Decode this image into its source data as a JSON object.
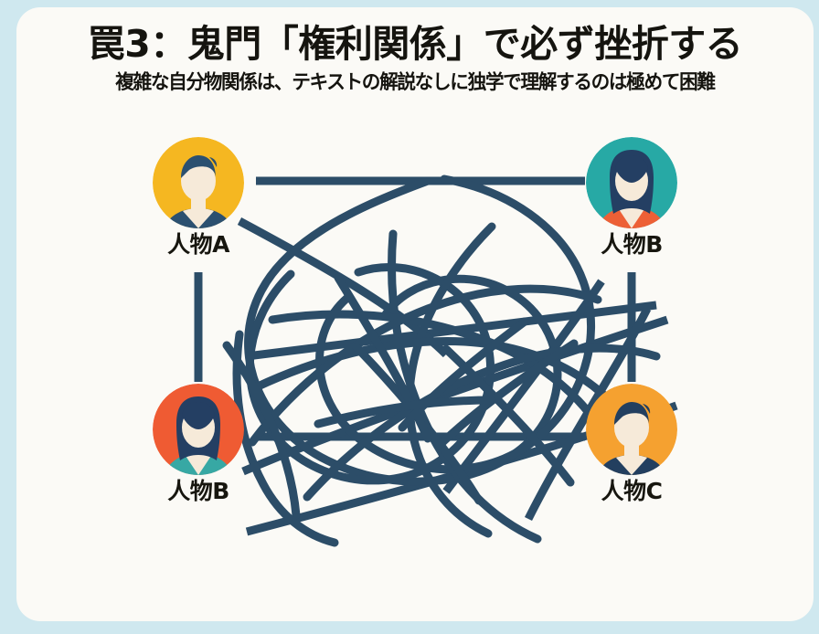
{
  "slide": {
    "title": "罠3：鬼門「権利関係」で必ず挫折する",
    "subtitle": "複雑な自分物関係は、テキストの解説なしに独学で理解するのは極めて困難",
    "colors": {
      "outer_background": "#cfe8ef",
      "card_background": "#fbfaf6",
      "text": "#15140f",
      "line": "#2c4d68"
    }
  },
  "diagram": {
    "type": "tangled-relationship-graph",
    "description": "four person avatars at the corners joined by a dense tangle of dark blue lines",
    "line_color": "#2c4d68",
    "nodes": [
      {
        "id": "node-a",
        "label": "人物A",
        "position": "top-left",
        "avatar": {
          "icon": "person-avatar-icon",
          "circle_color": "#f5b721",
          "hair_color": "#2b5070",
          "shirt_color": "#2b5070",
          "skin_color": "#f6ead9",
          "gender_style": "male-short-hair"
        }
      },
      {
        "id": "node-b1",
        "label": "人物B",
        "position": "top-right",
        "avatar": {
          "icon": "person-avatar-icon",
          "circle_color": "#27a9a5",
          "hair_color": "#243f63",
          "shirt_color": "#ed6036",
          "skin_color": "#f6ead9",
          "gender_style": "female-long-hair"
        }
      },
      {
        "id": "node-b2",
        "label": "人物B",
        "position": "bottom-left",
        "avatar": {
          "icon": "person-avatar-icon",
          "circle_color": "#ef5b33",
          "hair_color": "#243f63",
          "shirt_color": "#37a8a4",
          "skin_color": "#f6ead9",
          "gender_style": "female-long-hair"
        }
      },
      {
        "id": "node-c",
        "label": "人物C",
        "position": "bottom-right",
        "avatar": {
          "icon": "person-avatar-icon",
          "circle_color": "#f5a130",
          "hair_color": "#233f5f",
          "shirt_color": "#233f5f",
          "skin_color": "#f6ead9",
          "gender_style": "male-short-hair"
        }
      }
    ],
    "edges": [
      {
        "from": "node-a",
        "to": "node-b1",
        "style": "straight-top"
      },
      {
        "from": "node-a",
        "to": "node-b2",
        "style": "straight-left-vertical"
      },
      {
        "from": "node-b1",
        "to": "node-c",
        "style": "straight-right-vertical"
      },
      {
        "from": "node-b2",
        "to": "node-c",
        "style": "straight-bottom"
      },
      {
        "from": "node-a",
        "to": "node-c",
        "style": "tangled-diagonal"
      },
      {
        "from": "node-b1",
        "to": "node-b2",
        "style": "tangled-diagonal"
      }
    ]
  }
}
